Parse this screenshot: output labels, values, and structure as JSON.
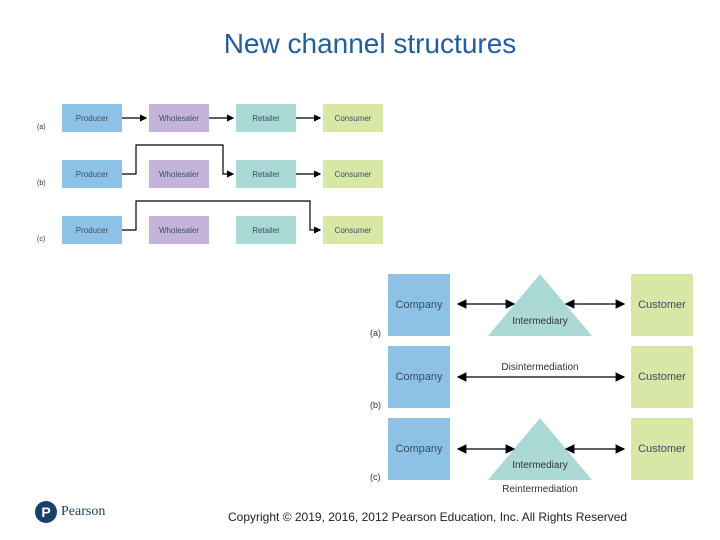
{
  "title": "New channel structures",
  "top_diagram": {
    "labels": [
      "(a)",
      "(b)",
      "(c)"
    ],
    "boxes": [
      "Producer",
      "Wholesaler",
      "Retailer",
      "Consumer"
    ]
  },
  "bottom_diagram": {
    "labels": [
      "(a)",
      "(b)",
      "(c)"
    ],
    "company": "Company",
    "customer": "Customer",
    "intermediary": "Intermediary",
    "disintermediation": "Disintermediation",
    "reintermediation": "Reintermediation"
  },
  "footer": {
    "copyright": "Copyright © 2019, 2016, 2012 Pearson Education, Inc. All Rights Reserved",
    "logo_letter": "P",
    "logo_text": "Pearson"
  }
}
